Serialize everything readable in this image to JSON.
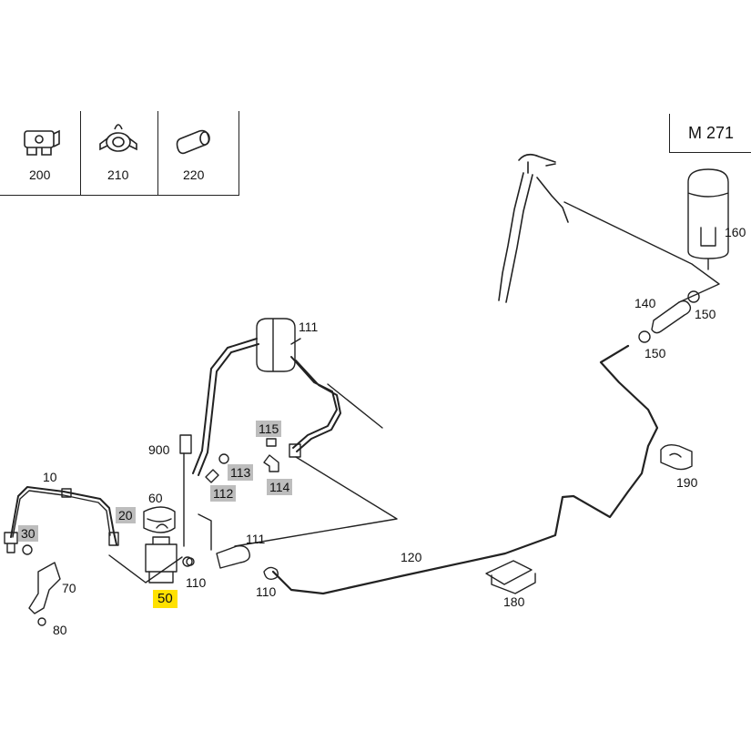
{
  "header": {
    "engine_code": "M 271"
  },
  "reference_parts": [
    {
      "number": "200",
      "icon": "clamp-icon"
    },
    {
      "number": "210",
      "icon": "clip-icon"
    },
    {
      "number": "220",
      "icon": "hose-sleeve-icon"
    }
  ],
  "callouts": {
    "p10": "10",
    "p20": "20",
    "p30": "30",
    "p50": "50",
    "p60": "60",
    "p70": "70",
    "p80": "80",
    "p110a": "110",
    "p110b": "110",
    "p111a": "111",
    "p111b": "111",
    "p112": "112",
    "p113": "113",
    "p114": "114",
    "p115": "115",
    "p120": "120",
    "p140": "140",
    "p150a": "150",
    "p150b": "150",
    "p160": "160",
    "p180": "180",
    "p190": "190",
    "p900": "900"
  },
  "colors": {
    "line": "#222222",
    "highlight_gray": "#bdbdbd",
    "highlight_yellow": "#ffe100"
  }
}
